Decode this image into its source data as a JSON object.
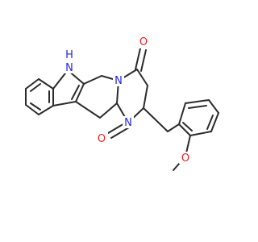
{
  "structure": {
    "atom_labels": {
      "indole_nh": "H",
      "indole_n": "N",
      "amide_n_upper": "N",
      "amide_n_lower": "N",
      "carbonyl_o_upper": "O",
      "carbonyl_o_lower": "O",
      "ether_o": "O"
    },
    "colors": {
      "carbon_bond": "#2b2b2b",
      "nitrogen": "#2424ee",
      "oxygen": "#ee2020"
    }
  }
}
